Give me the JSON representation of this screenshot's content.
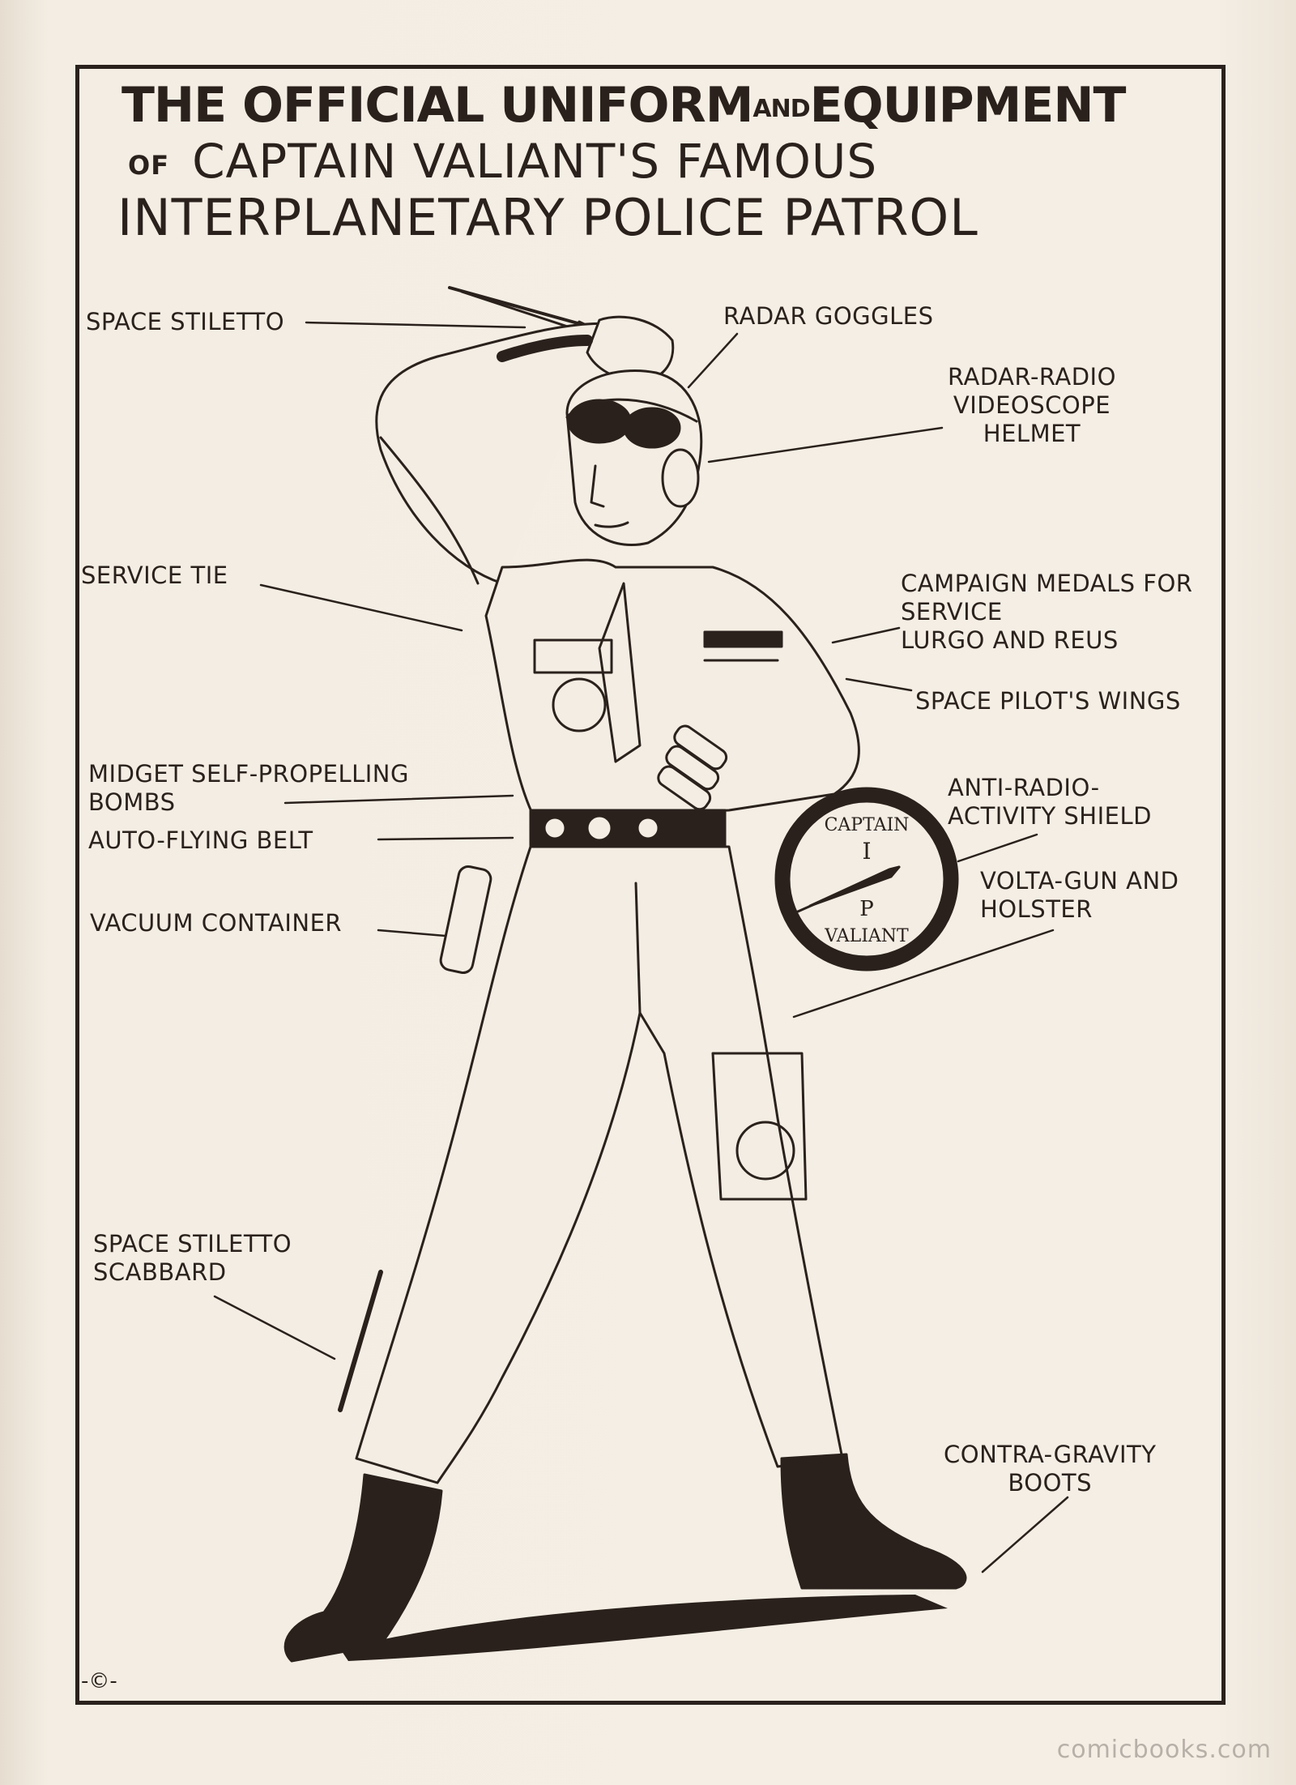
{
  "title": {
    "line1_a": "THE OFFICIAL UNIFORM",
    "line1_and": "AND",
    "line1_b": "EQUIPMENT",
    "line2_of": "OF",
    "line2": "CAPTAIN VALIANT'S   FAMOUS",
    "line3": "INTERPLANETARY POLICE PATROL"
  },
  "labels": {
    "space_stiletto": "SPACE STILETTO",
    "radar_goggles": "RADAR GOGGLES",
    "helmet": "RADAR-RADIO\nVIDEOSCOPE\nHELMET",
    "service_tie": "SERVICE TIE",
    "medals": "CAMPAIGN MEDALS FOR\nSERVICE\nLURGO AND REUS",
    "wings": "SPACE PILOT'S WINGS",
    "bombs": "MIDGET SELF-PROPELLING\nBOMBS",
    "belt": "AUTO-FLYING BELT",
    "shield": "ANTI-RADIO-\nACTIVITY SHIELD",
    "volta_gun": "VOLTA-GUN AND\nHOLSTER",
    "vacuum": "VACUUM CONTAINER",
    "scabbard": "SPACE STILETTO\nSCABBARD",
    "boots": "CONTRA-GRAVITY\nBOOTS"
  },
  "shield_text": {
    "top": "CAPTAIN",
    "bottom": "VALIANT",
    "letter_i": "I",
    "letter_p": "P"
  },
  "copyright": "-©-",
  "watermark": "comicbooks.com",
  "colors": {
    "ink": "#2a211c",
    "paper": "#f3ede3"
  }
}
